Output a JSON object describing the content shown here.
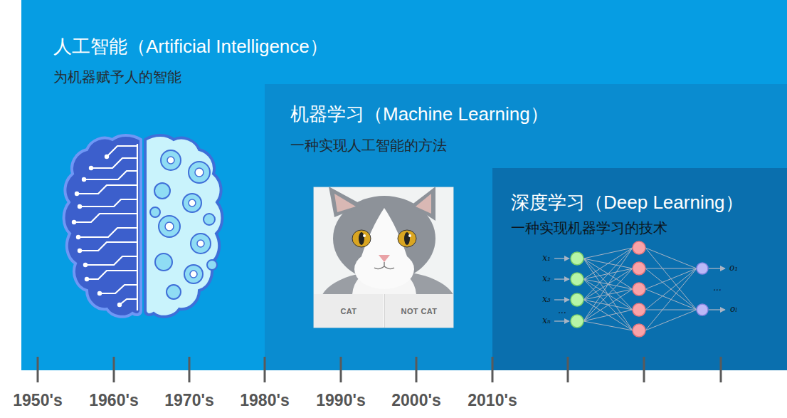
{
  "diagram": {
    "nodes": [
      {
        "text": [
          "人工智能（Artificial Intelligence）",
          "为机器赋予人的智能"
        ]
      },
      {
        "text": [
          "机器学习（Machine Learning）",
          "一种实现人工智能的方法"
        ],
        "in": 0
      },
      {
        "text": [
          "CAT"
        ],
        "in": 1
      },
      {
        "text": [
          "NOT CAT"
        ],
        "in": 1
      },
      {
        "text": [
          "深度学习（Deep Learning）",
          "一种实现机器学习的技术"
        ],
        "in": 1
      }
    ],
    "labels": [
      "x₁",
      "x₂",
      "x₃",
      "...",
      "xₙ",
      "o₁",
      "...",
      "oₗ",
      "1950's",
      "1960's",
      "1970's",
      "1980's",
      "1990's",
      "2000's",
      "2010's"
    ]
  }
}
